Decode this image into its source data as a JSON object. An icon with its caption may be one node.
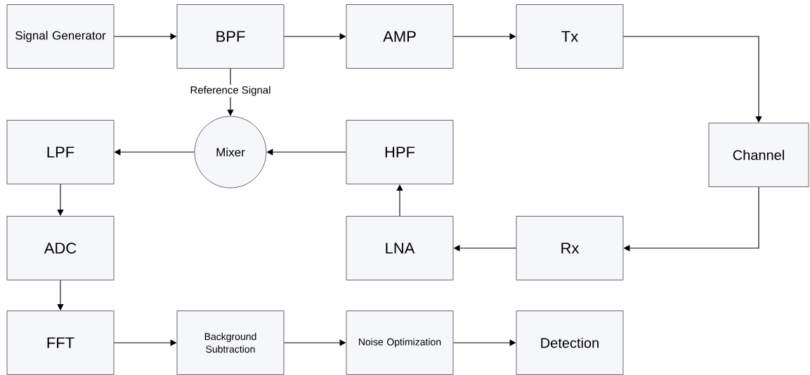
{
  "diagram": {
    "nodes": [
      {
        "text": [
          "Signal Generator"
        ]
      },
      {
        "text": [
          "BPF"
        ]
      },
      {
        "text": [
          "AMP"
        ]
      },
      {
        "text": [
          "Tx"
        ]
      },
      {
        "text": [
          "LPF"
        ]
      },
      {
        "text": [
          "Mixer"
        ]
      },
      {
        "text": [
          "HPF"
        ]
      },
      {
        "text": [
          "Channel"
        ]
      },
      {
        "text": [
          "ADC"
        ]
      },
      {
        "text": [
          "LNA"
        ]
      },
      {
        "text": [
          "Rx"
        ]
      },
      {
        "text": [
          "FFT"
        ]
      },
      {
        "text": [
          "Background Subtraction"
        ]
      },
      {
        "text": [
          "Noise Optimization"
        ]
      },
      {
        "text": [
          "Detection"
        ]
      }
    ],
    "edges": [
      {
        "from": 0,
        "to": 1,
        "arrow": "to"
      },
      {
        "from": 1,
        "to": 2,
        "arrow": "to"
      },
      {
        "from": 2,
        "to": 3,
        "arrow": "to"
      },
      {
        "from": 3,
        "to": 7,
        "arrow": "to"
      },
      {
        "from": 7,
        "to": 10,
        "arrow": "to"
      },
      {
        "from": 10,
        "to": 9,
        "arrow": "to"
      },
      {
        "from": 9,
        "to": 6,
        "arrow": "to"
      },
      {
        "from": 6,
        "to": 5,
        "arrow": "to"
      },
      {
        "from": 1,
        "to": 5,
        "arrow": "to",
        "label": "Reference Signal"
      },
      {
        "from": 5,
        "to": 4,
        "arrow": "to"
      },
      {
        "from": 4,
        "to": 8,
        "arrow": "to"
      },
      {
        "from": 8,
        "to": 11,
        "arrow": "to"
      },
      {
        "from": 11,
        "to": 12,
        "arrow": "to"
      },
      {
        "from": 12,
        "to": 13,
        "arrow": "to"
      },
      {
        "from": 13,
        "to": 14,
        "arrow": "to"
      }
    ]
  }
}
